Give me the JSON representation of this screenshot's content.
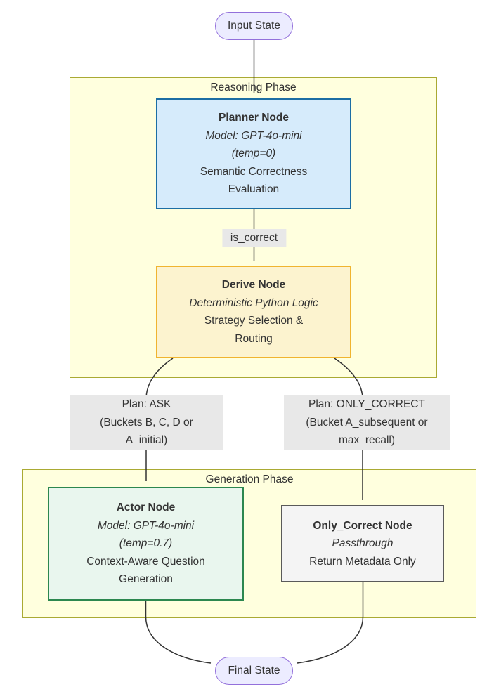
{
  "phases": {
    "reasoning": {
      "label": "Reasoning Phase"
    },
    "generation": {
      "label": "Generation Phase"
    }
  },
  "nodes": {
    "input_state": {
      "label": "Input State"
    },
    "planner": {
      "title": "Planner Node",
      "model": "Model: GPT-4o-mini",
      "temp": "(temp=0)",
      "line1": "Semantic Correctness",
      "line2": "Evaluation"
    },
    "derive": {
      "title": "Derive Node",
      "model": "Deterministic Python Logic",
      "line1": "Strategy Selection &",
      "line2": "Routing"
    },
    "actor": {
      "title": "Actor Node",
      "model": "Model: GPT-4o-mini",
      "temp": "(temp=0.7)",
      "line1": "Context-Aware Question",
      "line2": "Generation"
    },
    "only_correct": {
      "title": "Only_Correct Node",
      "model": "Passthrough",
      "line1": "Return Metadata Only"
    },
    "final_state": {
      "label": "Final State"
    }
  },
  "edges": {
    "is_correct": {
      "label": "is_correct"
    },
    "plan_ask": {
      "line1": "Plan: ASK",
      "line2": "(Buckets B, C, D or",
      "line3": "A_initial)"
    },
    "plan_only_correct": {
      "line1": "Plan: ONLY_CORRECT",
      "line2": "(Bucket A_subsequent or",
      "line3": "max_recall)"
    }
  },
  "colors": {
    "phase_fill": "#ffffde",
    "phase_border": "#aaaa33",
    "planner_fill": "#d6ebfb",
    "planner_border": "#1c6ea4",
    "derive_fill": "#fcf3cf",
    "derive_border": "#f0b42f",
    "actor_fill": "#e9f6ee",
    "actor_border": "#2c874f",
    "only_correct_fill": "#f4f4f4",
    "only_correct_border": "#5a5a5a",
    "state_fill": "#ececff",
    "state_border": "#9370db",
    "edge_label_bg": "#e8e8e8",
    "edge_color": "#333333",
    "text_color": "#333333"
  }
}
